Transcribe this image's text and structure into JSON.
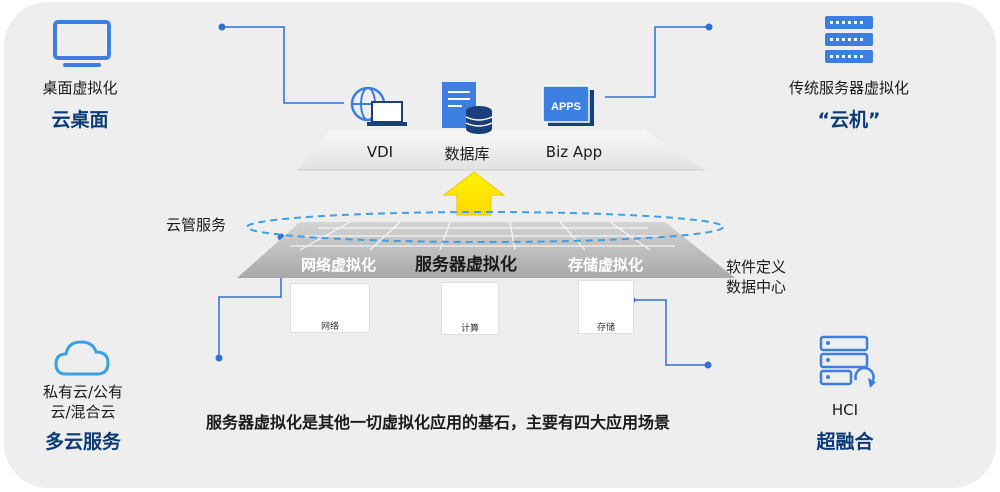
{
  "corners": {
    "top_left": {
      "label": "桌面虚拟化",
      "title": "云桌面",
      "icon": "monitor-icon"
    },
    "top_right": {
      "label": "传统服务器虚拟化",
      "title": "“云机”",
      "icon": "server-rack-icon"
    },
    "bottom_left": {
      "label_line1": "私有云/公有",
      "label_line2": "云/混合云",
      "title": "多云服务",
      "icon": "cloud-icon"
    },
    "bottom_right": {
      "label": "HCI",
      "title": "超融合",
      "icon": "hci-server-icon"
    }
  },
  "apps": [
    {
      "label": "VDI",
      "icon": "vdi-globe-laptop-icon"
    },
    {
      "label": "数据库",
      "icon": "database-icon"
    },
    {
      "label": "Biz App",
      "icon": "apps-icon"
    }
  ],
  "cloud_mgmt_label": "云管服务",
  "sddc_label_line1": "软件定义",
  "sddc_label_line2": "数据中心",
  "platform": {
    "network": "网络虚拟化",
    "server": "服务器虚拟化",
    "storage": "存储虚拟化"
  },
  "resources": [
    {
      "label": "网络",
      "icon": "network-switch-icon"
    },
    {
      "label": "计算",
      "icon": "compute-server-icon"
    },
    {
      "label": "存储",
      "icon": "storage-disk-icon"
    }
  ],
  "footer": "服务器虚拟化是其他一切虚拟化应用的基石，主要有四大应用场景",
  "colors": {
    "accent": "#2e6fd8",
    "dark_blue": "#0a3b78",
    "arrow_yellow": "#ffe600",
    "icon_blue": "#3d7fe0",
    "platform_gray": "#b5b5b5"
  }
}
